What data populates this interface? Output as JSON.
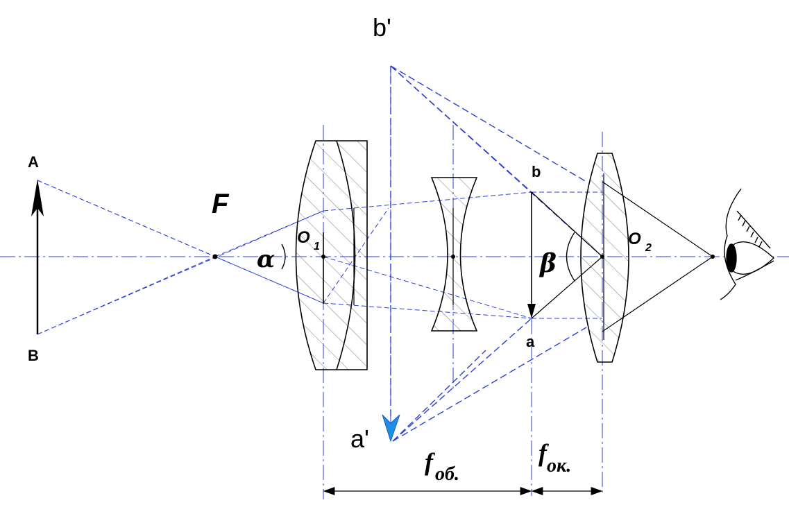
{
  "labels": {
    "object_top": "A",
    "object_bottom": "B",
    "focus": "F",
    "objective_center": "O",
    "objective_center_sub": "1",
    "eyepiece_center": "O",
    "eyepiece_center_sub": "2",
    "angle_in": "α",
    "angle_out": "β",
    "image_top": "b",
    "image_bottom": "a",
    "virtual_top": "b'",
    "virtual_bottom": "a'",
    "focal_objective_main": "f",
    "focal_objective_sub": "об.",
    "focal_eyepiece_main": "f",
    "focal_eyepiece_sub": "ок."
  },
  "colors": {
    "construction_lines": "#2a3fd6",
    "virtual_arrow": "#1e8fe8",
    "outline": "#000000"
  }
}
